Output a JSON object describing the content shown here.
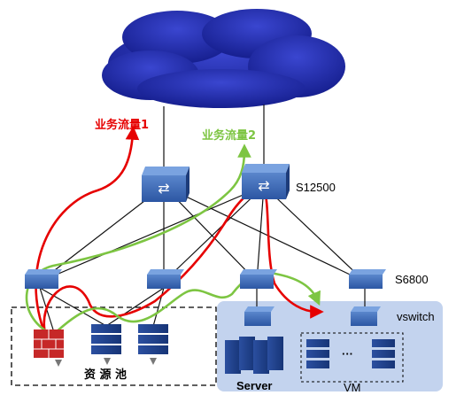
{
  "labels": {
    "flow1": "业务流量1",
    "flow2": "业务流量2",
    "core_switch": "S12500",
    "access_switch": "S6800",
    "vswitch": "vswitch",
    "resource_pool": "资 源 池",
    "server": "Server",
    "vm": "VM",
    "vm_ellipsis": "···"
  },
  "colors": {
    "flow1": "#e60000",
    "flow2": "#7dc542",
    "cloud": "#1f2aa8",
    "switch": "#2a4f9c",
    "vm_area": "#c3d3ee"
  }
}
